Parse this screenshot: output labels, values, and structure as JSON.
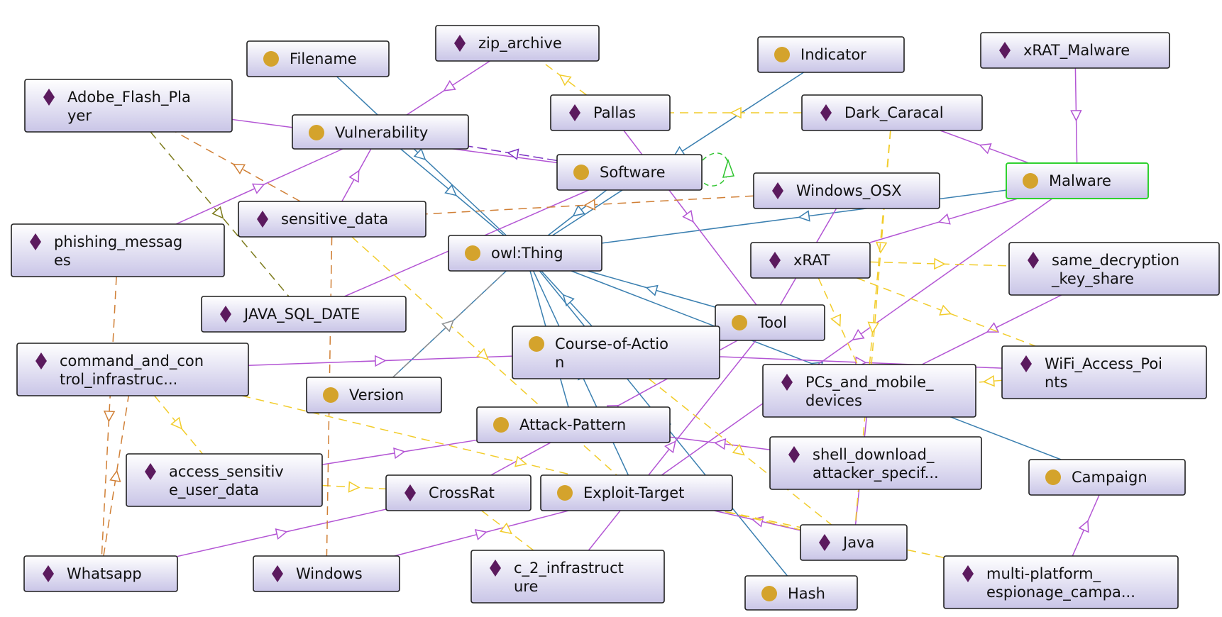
{
  "colors": {
    "class_icon": "#d4a32c",
    "individual_icon": "#5b1a5e",
    "subclass_edge": "#3a7fb0",
    "instance_edge": "#b355d4",
    "property_edge_yellow": "#f2cc2a",
    "property_edge_orange": "#d07f35",
    "property_edge_olive": "#7c7a1a",
    "property_edge_gray": "#909090",
    "property_edge_purple": "#7a2fc2",
    "self_loop": "#2ec42e",
    "selected_border": "#2fd12f"
  },
  "icons": {
    "class": "filled-circle-icon",
    "individual": "diamond-icon"
  },
  "nodes": [
    {
      "id": "filename",
      "type": "class",
      "lines": [
        "Filename"
      ]
    },
    {
      "id": "zip_archive",
      "type": "individual",
      "lines": [
        "zip_archive"
      ]
    },
    {
      "id": "indicator",
      "type": "class",
      "lines": [
        "Indicator"
      ]
    },
    {
      "id": "xrat_malware",
      "type": "individual",
      "lines": [
        "xRAT_Malware"
      ]
    },
    {
      "id": "adobe",
      "type": "individual",
      "lines": [
        "Adobe_Flash_Pla",
        "yer"
      ]
    },
    {
      "id": "vulnerability",
      "type": "class",
      "lines": [
        "Vulnerability"
      ]
    },
    {
      "id": "pallas",
      "type": "individual",
      "lines": [
        "Pallas"
      ]
    },
    {
      "id": "dark_caracal",
      "type": "individual",
      "lines": [
        "Dark_Caracal"
      ]
    },
    {
      "id": "software",
      "type": "class",
      "lines": [
        "Software"
      ]
    },
    {
      "id": "malware",
      "type": "class",
      "lines": [
        "Malware"
      ],
      "selected": true
    },
    {
      "id": "windows_osx",
      "type": "individual",
      "lines": [
        "Windows_OSX"
      ]
    },
    {
      "id": "sensitive_data",
      "type": "individual",
      "lines": [
        "sensitive_data"
      ]
    },
    {
      "id": "phishing",
      "type": "individual",
      "lines": [
        "phishing_messag",
        "es"
      ]
    },
    {
      "id": "owl_thing",
      "type": "class",
      "lines": [
        "owl:Thing"
      ]
    },
    {
      "id": "xrat",
      "type": "individual",
      "lines": [
        "xRAT"
      ]
    },
    {
      "id": "same_decryption",
      "type": "individual",
      "lines": [
        "same_decryption",
        "_key_share"
      ]
    },
    {
      "id": "java_sql_date",
      "type": "individual",
      "lines": [
        "JAVA_SQL_DATE"
      ]
    },
    {
      "id": "tool",
      "type": "class",
      "lines": [
        "Tool"
      ]
    },
    {
      "id": "command_control",
      "type": "individual",
      "lines": [
        "command_and_con",
        "trol_infrastruc..."
      ]
    },
    {
      "id": "course_of_action",
      "type": "class",
      "lines": [
        "Course-of-Actio",
        "n"
      ]
    },
    {
      "id": "wifi",
      "type": "individual",
      "lines": [
        "WiFi_Access_Poi",
        "nts"
      ]
    },
    {
      "id": "pcs_mobile",
      "type": "individual",
      "lines": [
        "PCs_and_mobile_",
        "devices"
      ]
    },
    {
      "id": "version",
      "type": "class",
      "lines": [
        "Version"
      ]
    },
    {
      "id": "attack_pattern",
      "type": "class",
      "lines": [
        "Attack-Pattern"
      ]
    },
    {
      "id": "shell_download",
      "type": "individual",
      "lines": [
        "shell_download_",
        "attacker_specif..."
      ]
    },
    {
      "id": "access_sensitive",
      "type": "individual",
      "lines": [
        "access_sensitiv",
        "e_user_data"
      ]
    },
    {
      "id": "campaign",
      "type": "class",
      "lines": [
        "Campaign"
      ]
    },
    {
      "id": "crossrat",
      "type": "individual",
      "lines": [
        "CrossRat"
      ]
    },
    {
      "id": "exploit_target",
      "type": "class",
      "lines": [
        "Exploit-Target"
      ]
    },
    {
      "id": "java",
      "type": "individual",
      "lines": [
        "Java"
      ]
    },
    {
      "id": "c2_infra",
      "type": "individual",
      "lines": [
        "c_2_infrastruct",
        "ure"
      ]
    },
    {
      "id": "whatsapp",
      "type": "individual",
      "lines": [
        "Whatsapp"
      ]
    },
    {
      "id": "windows",
      "type": "individual",
      "lines": [
        "Windows"
      ]
    },
    {
      "id": "hash",
      "type": "class",
      "lines": [
        "Hash"
      ]
    },
    {
      "id": "multi_platform",
      "type": "individual",
      "lines": [
        "multi-platform_",
        "espionage_campa..."
      ]
    }
  ],
  "edges": [
    {
      "from": "filename",
      "to": "owl_thing",
      "kind": "subclass"
    },
    {
      "from": "vulnerability",
      "to": "owl_thing",
      "kind": "subclass"
    },
    {
      "from": "indicator",
      "to": "owl_thing",
      "kind": "subclass"
    },
    {
      "from": "software",
      "to": "owl_thing",
      "kind": "subclass"
    },
    {
      "from": "version",
      "to": "owl_thing",
      "kind": "subclass"
    },
    {
      "from": "malware",
      "to": "owl_thing",
      "kind": "subclass"
    },
    {
      "from": "tool",
      "to": "owl_thing",
      "kind": "subclass"
    },
    {
      "from": "course_of_action",
      "to": "owl_thing",
      "kind": "subclass"
    },
    {
      "from": "attack_pattern",
      "to": "owl_thing",
      "kind": "subclass"
    },
    {
      "from": "exploit_target",
      "to": "owl_thing",
      "kind": "subclass"
    },
    {
      "from": "campaign",
      "to": "owl_thing",
      "kind": "subclass"
    },
    {
      "from": "hash",
      "to": "owl_thing",
      "kind": "subclass"
    },
    {
      "from": "zip_archive",
      "to": "vulnerability",
      "kind": "instance"
    },
    {
      "from": "adobe",
      "to": "software",
      "kind": "instance"
    },
    {
      "from": "xrat_malware",
      "to": "malware",
      "kind": "instance"
    },
    {
      "from": "malware",
      "to": "dark_caracal",
      "kind": "instance"
    },
    {
      "from": "pallas",
      "to": "tool",
      "kind": "instance"
    },
    {
      "from": "sensitive_data",
      "to": "vulnerability",
      "kind": "instance"
    },
    {
      "from": "phishing",
      "to": "vulnerability",
      "kind": "instance"
    },
    {
      "from": "java_sql_date",
      "to": "software",
      "kind": "instance"
    },
    {
      "from": "windows_osx",
      "to": "tool",
      "kind": "instance"
    },
    {
      "from": "malware",
      "to": "xrat",
      "kind": "instance"
    },
    {
      "from": "command_control",
      "to": "course_of_action",
      "kind": "instance"
    },
    {
      "from": "course_of_action",
      "to": "wifi",
      "kind": "instance"
    },
    {
      "from": "shell_download",
      "to": "attack_pattern",
      "kind": "instance"
    },
    {
      "from": "malware",
      "to": "exploit_target",
      "kind": "instance"
    },
    {
      "from": "access_sensitive",
      "to": "attack_pattern",
      "kind": "instance"
    },
    {
      "from": "crossrat",
      "to": "tool",
      "kind": "instance"
    },
    {
      "from": "java",
      "to": "pcs_mobile",
      "kind": "instance"
    },
    {
      "from": "java",
      "to": "exploit_target",
      "kind": "instance"
    },
    {
      "from": "whatsapp",
      "to": "crossrat",
      "kind": "instance"
    },
    {
      "from": "windows",
      "to": "exploit_target",
      "kind": "instance"
    },
    {
      "from": "c2_infra",
      "to": "tool",
      "kind": "instance"
    },
    {
      "from": "multi_platform",
      "to": "campaign",
      "kind": "instance"
    },
    {
      "from": "same_decryption",
      "to": "pcs_mobile",
      "kind": "instance"
    },
    {
      "from": "dark_caracal",
      "to": "pallas",
      "kind": "property_yellow"
    },
    {
      "from": "pallas",
      "to": "zip_archive",
      "kind": "property_yellow"
    },
    {
      "from": "xrat",
      "to": "same_decryption",
      "kind": "property_yellow"
    },
    {
      "from": "xrat",
      "to": "pcs_mobile",
      "kind": "property_yellow"
    },
    {
      "from": "dark_caracal",
      "to": "pcs_mobile",
      "kind": "property_yellow"
    },
    {
      "from": "wifi",
      "to": "pcs_mobile",
      "kind": "property_yellow"
    },
    {
      "from": "xrat",
      "to": "wifi",
      "kind": "property_yellow"
    },
    {
      "from": "command_control",
      "to": "access_sensitive",
      "kind": "property_yellow"
    },
    {
      "from": "sensitive_data",
      "to": "exploit_target",
      "kind": "property_yellow"
    },
    {
      "from": "access_sensitive",
      "to": "crossrat",
      "kind": "property_yellow"
    },
    {
      "from": "multi_platform",
      "to": "exploit_target",
      "kind": "property_yellow"
    },
    {
      "from": "crossrat",
      "to": "c2_infra",
      "kind": "property_yellow"
    },
    {
      "from": "command_control",
      "to": "java",
      "kind": "property_yellow"
    },
    {
      "from": "course_of_action",
      "to": "java",
      "kind": "property_yellow"
    },
    {
      "from": "dark_caracal",
      "to": "java",
      "kind": "property_yellow"
    },
    {
      "from": "windows_osx",
      "to": "sensitive_data",
      "kind": "property_orange"
    },
    {
      "from": "sensitive_data",
      "to": "adobe",
      "kind": "property_orange"
    },
    {
      "from": "whatsapp",
      "to": "command_control",
      "kind": "property_orange"
    },
    {
      "from": "phishing",
      "to": "whatsapp",
      "kind": "property_orange"
    },
    {
      "from": "sensitive_data",
      "to": "windows",
      "kind": "property_orange"
    },
    {
      "from": "adobe",
      "to": "java_sql_date",
      "kind": "property_olive"
    },
    {
      "from": "software",
      "to": "vulnerability",
      "kind": "property_purple"
    },
    {
      "from": "version",
      "to": "owl_thing",
      "kind": "property_gray"
    }
  ]
}
